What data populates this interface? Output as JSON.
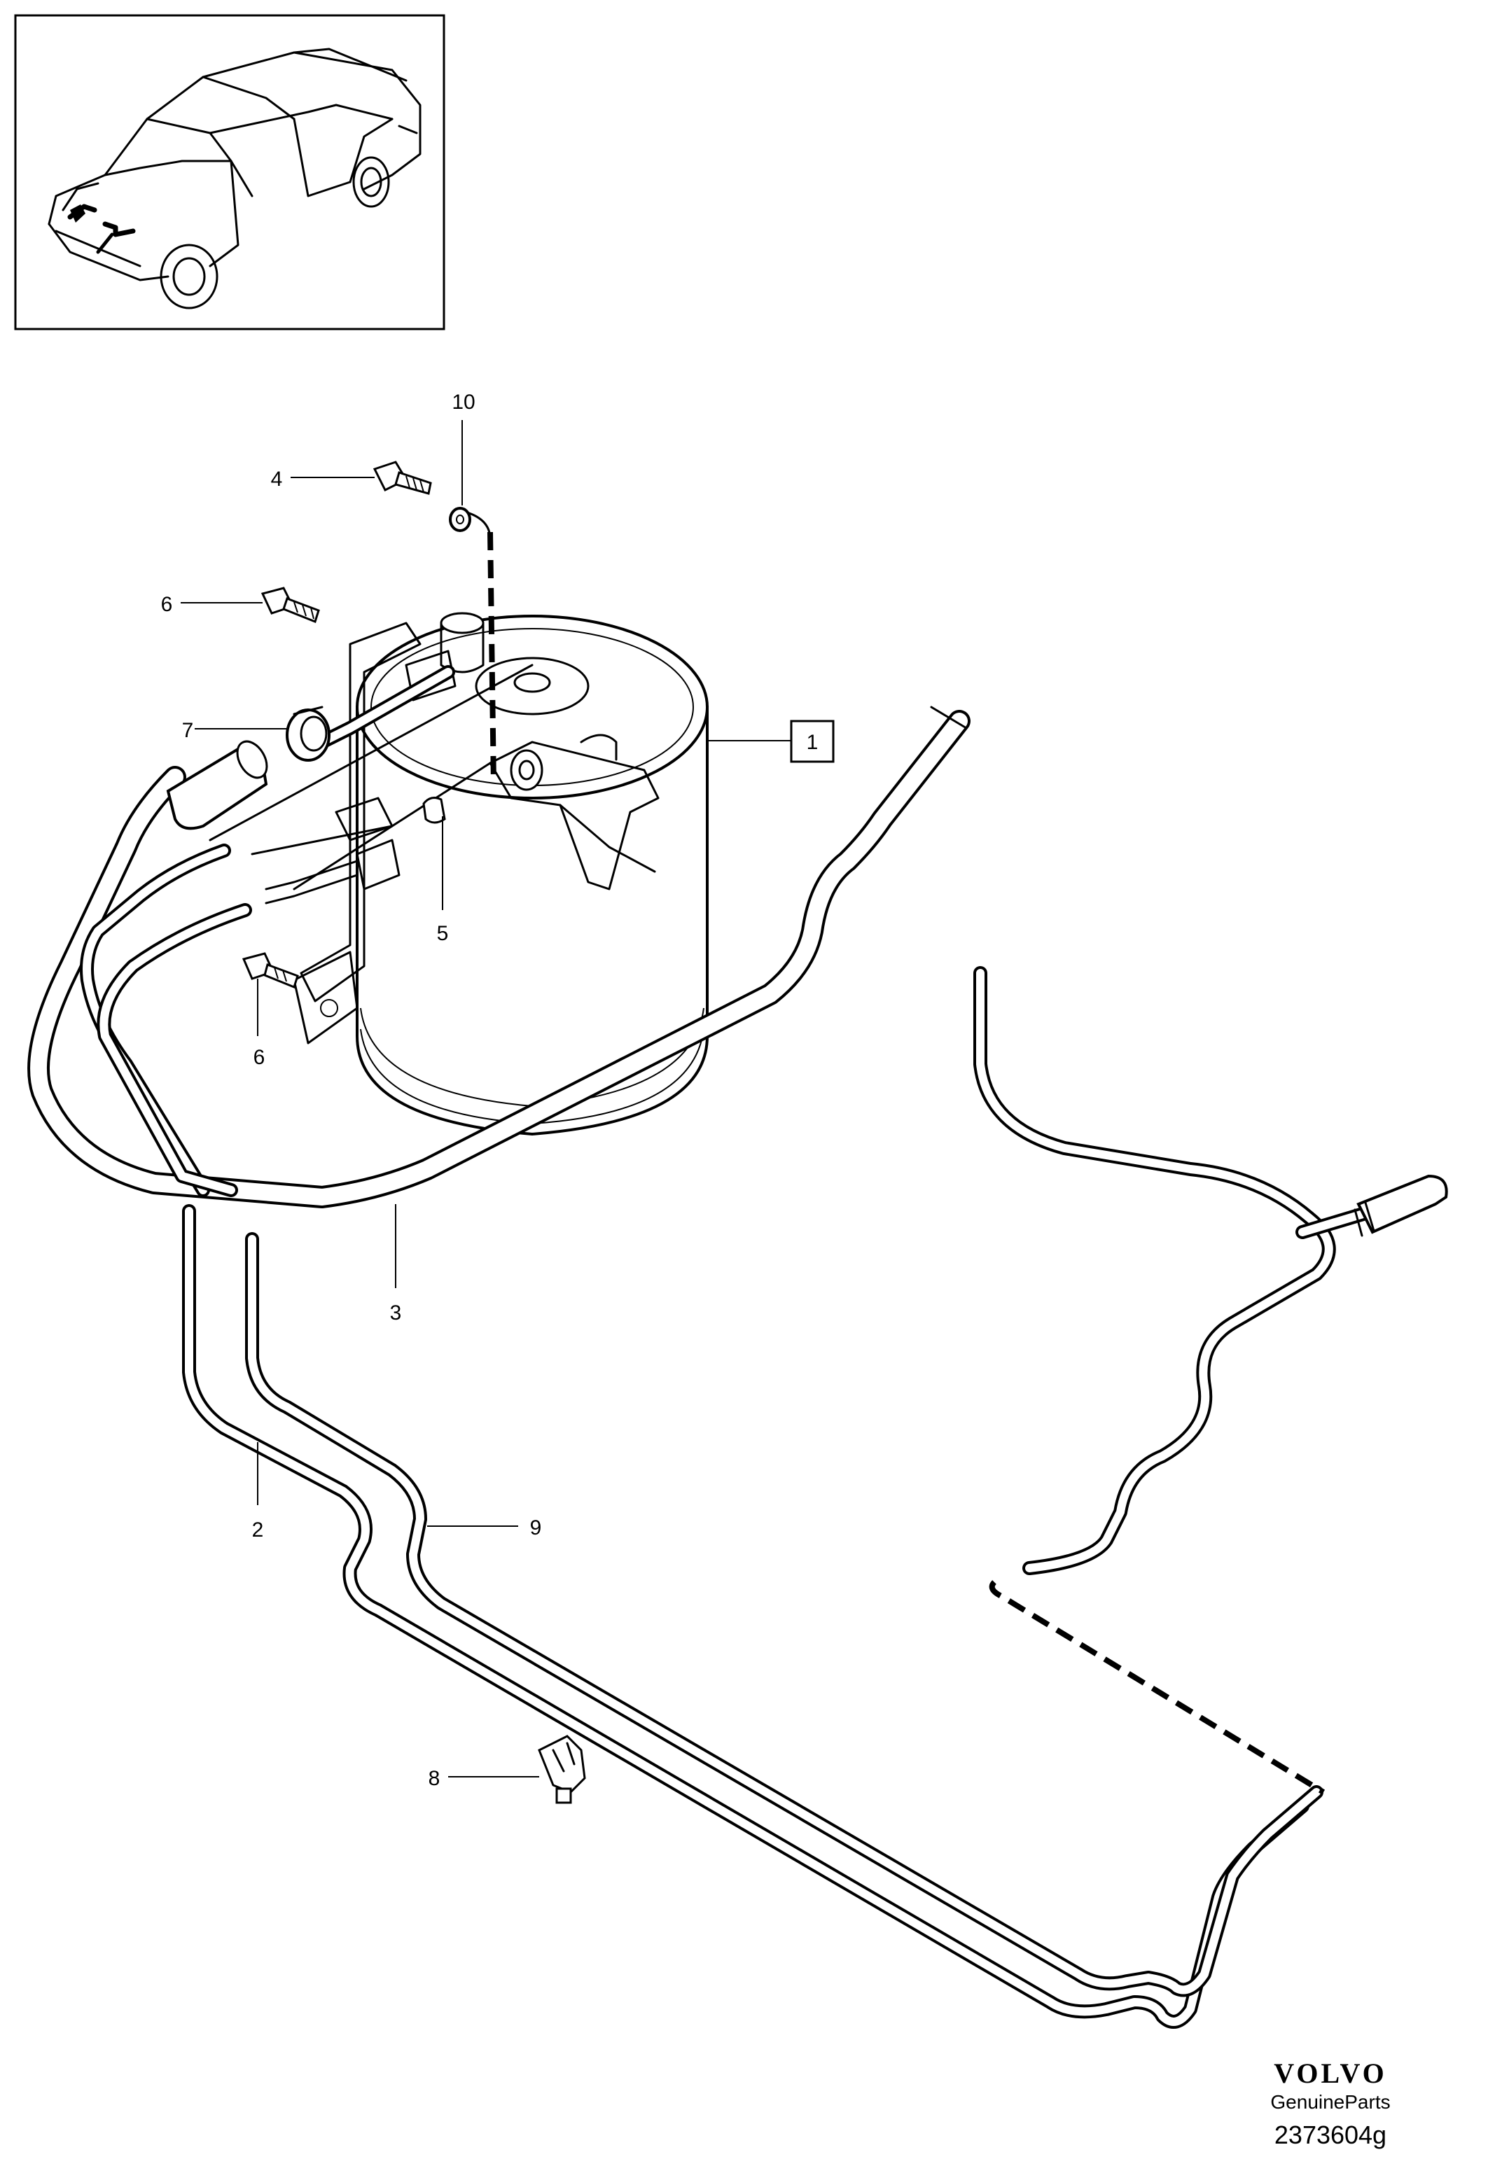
{
  "diagram": {
    "callouts": {
      "c1": "1",
      "c2": "2",
      "c3": "3",
      "c4": "4",
      "c5": "5",
      "c6a": "6",
      "c6b": "6",
      "c7": "7",
      "c8": "8",
      "c9": "9",
      "c10": "10"
    }
  },
  "branding": {
    "logo_text": "VOLVO",
    "subtitle": "GenuineParts",
    "diagram_code": "2373604g"
  }
}
